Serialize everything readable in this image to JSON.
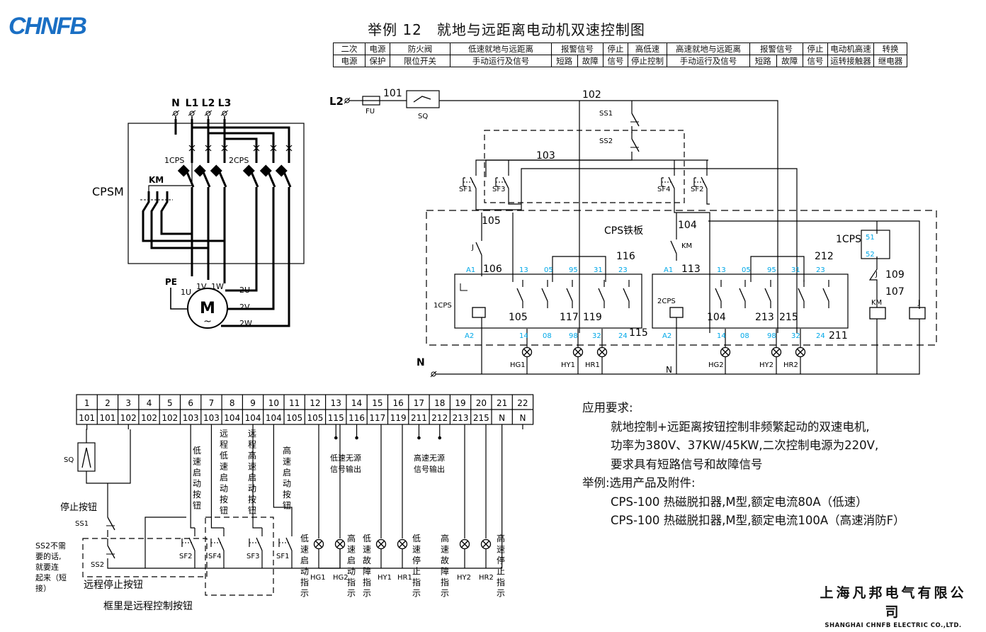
{
  "title": "举例 12　就地与远距离电动机双速控制图",
  "brand": "CHNFB",
  "header_row1": [
    {
      "t": "二次",
      "rs": 1
    },
    {
      "t": "电源",
      "rs": 1
    },
    {
      "t": "防火阀",
      "rs": 1
    },
    {
      "t": "低速就地与远距离",
      "rs": 1
    },
    {
      "t": "报警信号",
      "cs": 2
    },
    {
      "t": "停止",
      "rs": 1
    },
    {
      "t": "高低速",
      "rs": 1
    },
    {
      "t": "高速就地与远距离",
      "rs": 1
    },
    {
      "t": "报警信号",
      "cs": 2
    },
    {
      "t": "停止",
      "rs": 1
    },
    {
      "t": "电动机高速",
      "rs": 1
    },
    {
      "t": "转换",
      "rs": 1
    }
  ],
  "header_row2": [
    "电源",
    "保护",
    "限位开关",
    "手动运行及信号",
    "短路",
    "故障",
    "信号",
    "停止控制",
    "手动运行及信号",
    "短路",
    "故障",
    "信号",
    "运转接触器",
    "继电器"
  ],
  "left_labels": {
    "cpsm": "CPSM",
    "km": "KM",
    "cps1": "1CPS",
    "cps2": "2CPS",
    "pe": "PE",
    "motor": "M",
    "phases": [
      "N",
      "L1",
      "L2",
      "L3"
    ],
    "windings": [
      "1U",
      "1V",
      "1W",
      "2U",
      "2V",
      "2W"
    ]
  },
  "main_labels": {
    "l2": "L2",
    "fu": "FU",
    "sq": "SQ",
    "n": "N",
    "wires": [
      "101",
      "102",
      "103",
      "104",
      "105",
      "106",
      "113",
      "116",
      "212",
      "109",
      "107",
      "105",
      "117",
      "119",
      "115",
      "104",
      "213",
      "215",
      "211"
    ],
    "ss1": "SS1",
    "ss2": "SS2",
    "sf1": "SF1",
    "sf3": "SF3",
    "sf4": "SF4",
    "sf2": "SF2",
    "cps_plate": "CPS铁板",
    "j": "J",
    "km": "KM",
    "cps1": "1CPS",
    "cps2": "2CPS",
    "terminals": [
      "A1",
      "13",
      "05",
      "95",
      "31",
      "23",
      "A2",
      "14",
      "08",
      "98",
      "32",
      "24"
    ],
    "lamps": [
      "HG1",
      "HY1",
      "HR1",
      "HG2",
      "HY2",
      "HR2"
    ]
  },
  "terminal_strip": {
    "numbers": [
      "1",
      "2",
      "3",
      "4",
      "5",
      "6",
      "7",
      "8",
      "9",
      "10",
      "11",
      "12",
      "13",
      "14",
      "15",
      "16",
      "17",
      "18",
      "19",
      "20",
      "21",
      "22"
    ],
    "wires": [
      "101",
      "101",
      "102",
      "102",
      "102",
      "103",
      "103",
      "104",
      "104",
      "104",
      "105",
      "105",
      "115",
      "116",
      "117",
      "119",
      "211",
      "212",
      "213",
      "215",
      "N",
      "N"
    ]
  },
  "bottom_labels": {
    "sq": "SQ",
    "stop_button": "停止按钮",
    "ss1": "SS1",
    "ss2": "SS2",
    "ss2_note": [
      "SS2不需",
      "要的话,",
      "就要连",
      "起来（短",
      "接）"
    ],
    "remote_stop": "远程停止按钮",
    "box_note": "框里是远程控制按钮",
    "low_local": "低速启动按钮",
    "remote_low": "远程低速启动按钮",
    "remote_high": "远程高速启动按钮",
    "high_start": "高速启动按钮",
    "low_dry": [
      "低速无源",
      "信号输出"
    ],
    "high_dry": [
      "高速无源",
      "信号输出"
    ],
    "sf_labels": [
      "SF2",
      "SF4",
      "SF3",
      "SF1"
    ],
    "lamp_labels": [
      "HG1",
      "HG2",
      "HY1",
      "HR1",
      "HY2",
      "HR2"
    ],
    "lamp_captions": [
      "低速启动指示",
      "高速启动指示",
      "低速故障指示",
      "低速停止指示",
      "高速故障指示",
      "高速停止指示"
    ]
  },
  "requirements": {
    "heading": "应用要求:",
    "lines": [
      "就地控制+远距离按钮控制非频繁起动的双速电机,",
      "功率为380V、37KW/45KW,二次控制电源为220V,",
      "要求具有短路信号和故障信号"
    ],
    "example_heading": "举例:选用产品及附件:",
    "products": [
      "CPS-100 热磁脱扣器,M型,额定电流80A（低速）",
      "CPS-100 热磁脱扣器,M型,额定电流100A（高速消防F）"
    ]
  },
  "company": {
    "cn": "上海凡邦电气有限公司",
    "en": "SHANGHAI CHNFB ELECTRIC CO.,LTD."
  },
  "colors": {
    "line": "#000000",
    "terminal_label": "#00a8e8",
    "logo": "#1a6fc4"
  }
}
